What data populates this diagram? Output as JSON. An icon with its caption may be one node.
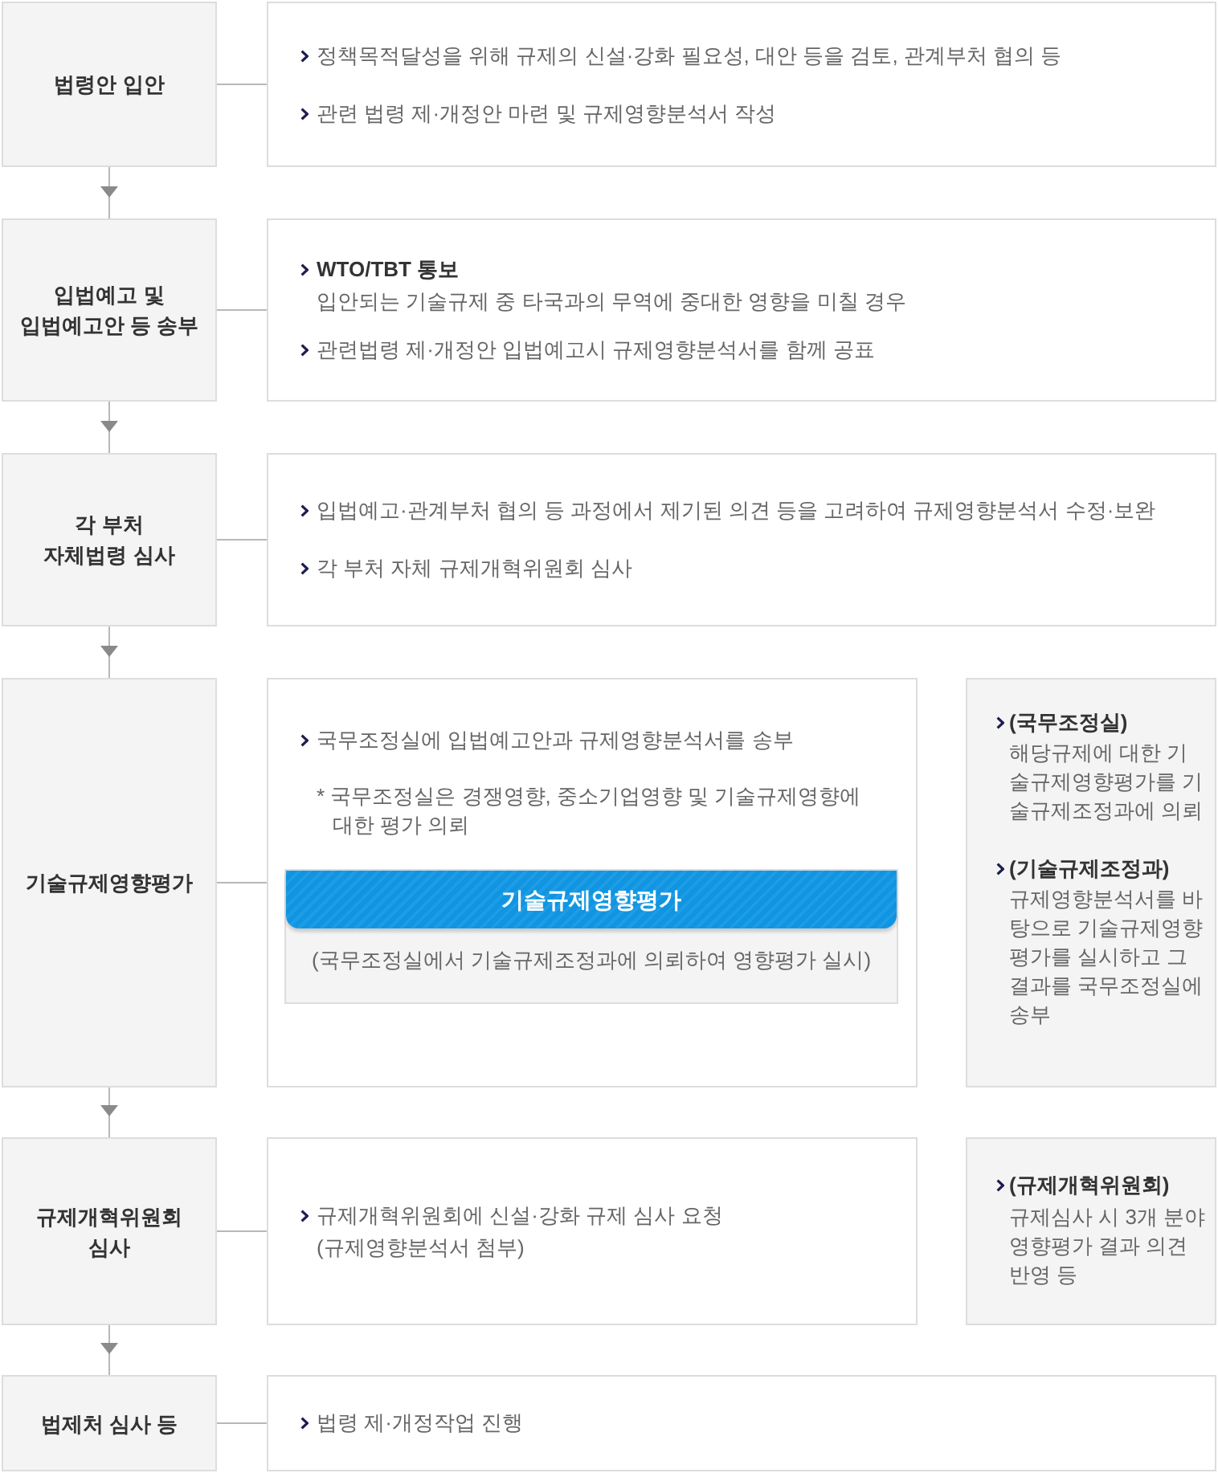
{
  "diagram": {
    "nodes": [
      {
        "text": [
          "법령안 입안"
        ]
      },
      {
        "text": [
          "정책목적달성을 위해 규제의 신설·강화 필요성, 대안 등을 검토, 관계부처 협의 등",
          "관련 법령 제·개정안 마련 및 규제영향분석서 작성"
        ]
      },
      {
        "text": [
          "입법예고 및 입법예고안 등 송부"
        ]
      },
      {
        "text": [
          "WTO/TBT 통보",
          "입안되는 기술규제 중 타국과의 무역에 중대한 영향을 미칠 경우",
          "관련법령 제·개정안 입법예고시 규제영향분석서를 함께 공표"
        ]
      },
      {
        "text": [
          "각 부처 자체법령 심사"
        ]
      },
      {
        "text": [
          "입법예고·관계부처 협의 등 과정에서 제기된 의견 등을 고려하여 규제영향분석서 수정·보완",
          "각 부처 자체 규제개혁위원회 심사"
        ]
      },
      {
        "text": [
          "기술규제영향평가"
        ]
      },
      {
        "text": [
          "국무조정실에 입법예고안과 규제영향분석서를 송부",
          "* 국무조정실은 경쟁영향, 중소기업영향 및 기술규제영향에 대한 평가 의뢰"
        ]
      },
      {
        "text": [
          "기술규제영향평가",
          "(국무조정실에서 기술규제조정과에 의뢰하여 영향평가 실시)"
        ],
        "in": 7
      },
      {
        "text": [
          "(국무조정실)",
          "해당규제에 대한 기술규제영향평가를 기술규제조정과에 의뢰",
          "(기술규제조정과)",
          "규제영향분석서를 바탕으로 기술규제영향평가를 실시하고 그 결과를 국무조정실에 송부"
        ]
      },
      {
        "text": [
          "규제개혁위원회 심사"
        ]
      },
      {
        "text": [
          "규제개혁위원회에 신설·강화 규제 심사 요청",
          "(규제영향분석서 첨부)"
        ]
      },
      {
        "text": [
          "(규제개혁위원회)",
          "규제심사 시 3개 분야 영향평가 결과 의견 반영 등"
        ]
      },
      {
        "text": [
          "법제처 심사 등"
        ]
      },
      {
        "text": [
          "법령 제·개정작업 진행"
        ]
      }
    ],
    "edges": [
      {
        "from": 0,
        "to": 1,
        "arrow": "none"
      },
      {
        "from": 0,
        "to": 2,
        "arrow": "to"
      },
      {
        "from": 2,
        "to": 3,
        "arrow": "none"
      },
      {
        "from": 2,
        "to": 4,
        "arrow": "to"
      },
      {
        "from": 4,
        "to": 5,
        "arrow": "none"
      },
      {
        "from": 4,
        "to": 6,
        "arrow": "to"
      },
      {
        "from": 6,
        "to": 7,
        "arrow": "none"
      },
      {
        "from": 6,
        "to": 10,
        "arrow": "to"
      },
      {
        "from": 10,
        "to": 11,
        "arrow": "none"
      },
      {
        "from": 10,
        "to": 13,
        "arrow": "to"
      },
      {
        "from": 13,
        "to": 14,
        "arrow": "none"
      }
    ]
  }
}
